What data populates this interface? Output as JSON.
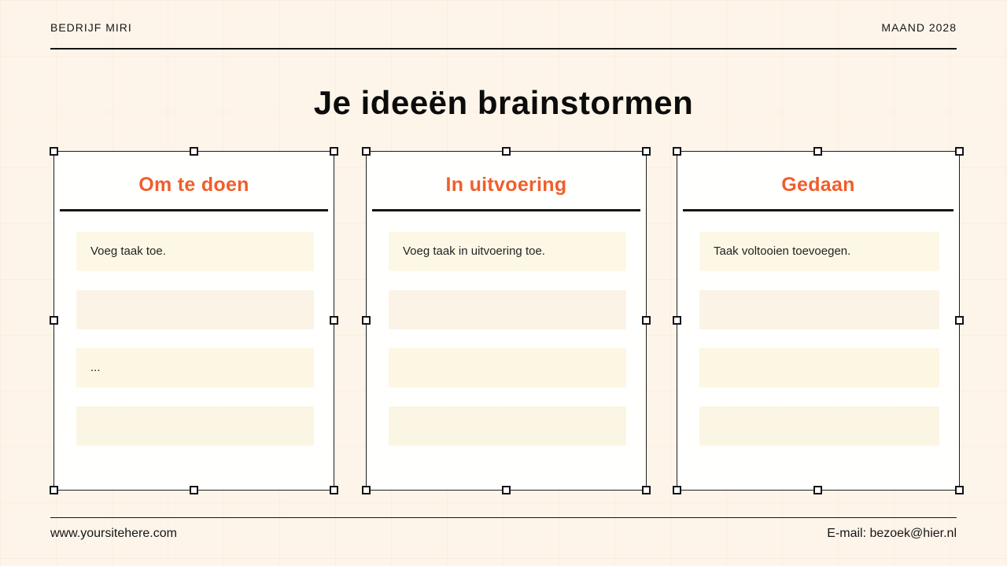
{
  "header": {
    "company": "BEDRIJF MIRI",
    "date": "MAAND 2028"
  },
  "title": "Je ideeën brainstormen",
  "columns": [
    {
      "title": "Om te doen",
      "tasks": [
        "Voeg taak toe.",
        "",
        "...",
        ""
      ]
    },
    {
      "title": "In uitvoering",
      "tasks": [
        "Voeg taak in uitvoering toe.",
        "",
        "",
        ""
      ]
    },
    {
      "title": "Gedaan",
      "tasks": [
        "Taak voltooien toevoegen.",
        "",
        "",
        ""
      ]
    }
  ],
  "footer": {
    "website": "www.yoursitehere.com",
    "email": "E-mail: bezoek@hier.nl"
  },
  "colors": {
    "accent": "#f05e2b",
    "background": "#fdf5ea",
    "task_row": "#fcf6e2",
    "text": "#141414"
  }
}
